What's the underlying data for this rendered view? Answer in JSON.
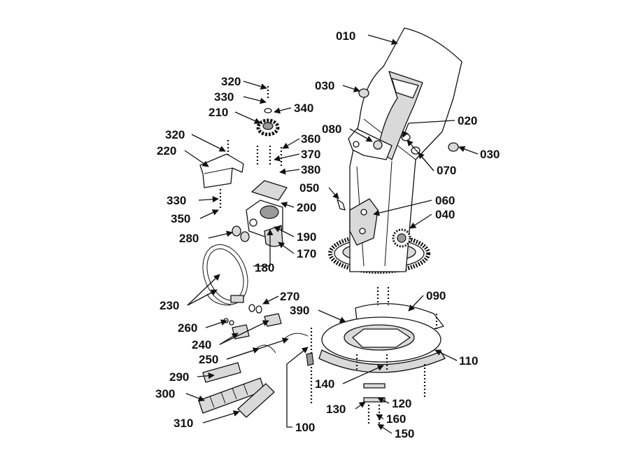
{
  "diagram": {
    "callouts": [
      {
        "id": "010",
        "text": "010"
      },
      {
        "id": "020",
        "text": "020"
      },
      {
        "id": "030a",
        "text": "030"
      },
      {
        "id": "030b",
        "text": "030"
      },
      {
        "id": "040",
        "text": "040"
      },
      {
        "id": "050",
        "text": "050"
      },
      {
        "id": "060",
        "text": "060"
      },
      {
        "id": "070",
        "text": "070"
      },
      {
        "id": "080",
        "text": "080"
      },
      {
        "id": "090",
        "text": "090"
      },
      {
        "id": "100",
        "text": "100"
      },
      {
        "id": "110",
        "text": "110"
      },
      {
        "id": "120",
        "text": "120"
      },
      {
        "id": "130",
        "text": "130"
      },
      {
        "id": "140",
        "text": "140"
      },
      {
        "id": "150",
        "text": "150"
      },
      {
        "id": "160",
        "text": "160"
      },
      {
        "id": "170",
        "text": "170"
      },
      {
        "id": "180",
        "text": "180"
      },
      {
        "id": "190",
        "text": "190"
      },
      {
        "id": "200",
        "text": "200"
      },
      {
        "id": "210",
        "text": "210"
      },
      {
        "id": "220",
        "text": "220"
      },
      {
        "id": "230",
        "text": "230"
      },
      {
        "id": "240",
        "text": "240"
      },
      {
        "id": "250",
        "text": "250"
      },
      {
        "id": "260",
        "text": "260"
      },
      {
        "id": "270",
        "text": "270"
      },
      {
        "id": "280",
        "text": "280"
      },
      {
        "id": "290",
        "text": "290"
      },
      {
        "id": "300",
        "text": "300"
      },
      {
        "id": "310",
        "text": "310"
      },
      {
        "id": "320a",
        "text": "320"
      },
      {
        "id": "320b",
        "text": "320"
      },
      {
        "id": "330a",
        "text": "330"
      },
      {
        "id": "330b",
        "text": "330"
      },
      {
        "id": "340",
        "text": "340"
      },
      {
        "id": "350",
        "text": "350"
      },
      {
        "id": "360",
        "text": "360"
      },
      {
        "id": "370",
        "text": "370"
      },
      {
        "id": "380",
        "text": "380"
      },
      {
        "id": "390",
        "text": "390"
      }
    ]
  }
}
